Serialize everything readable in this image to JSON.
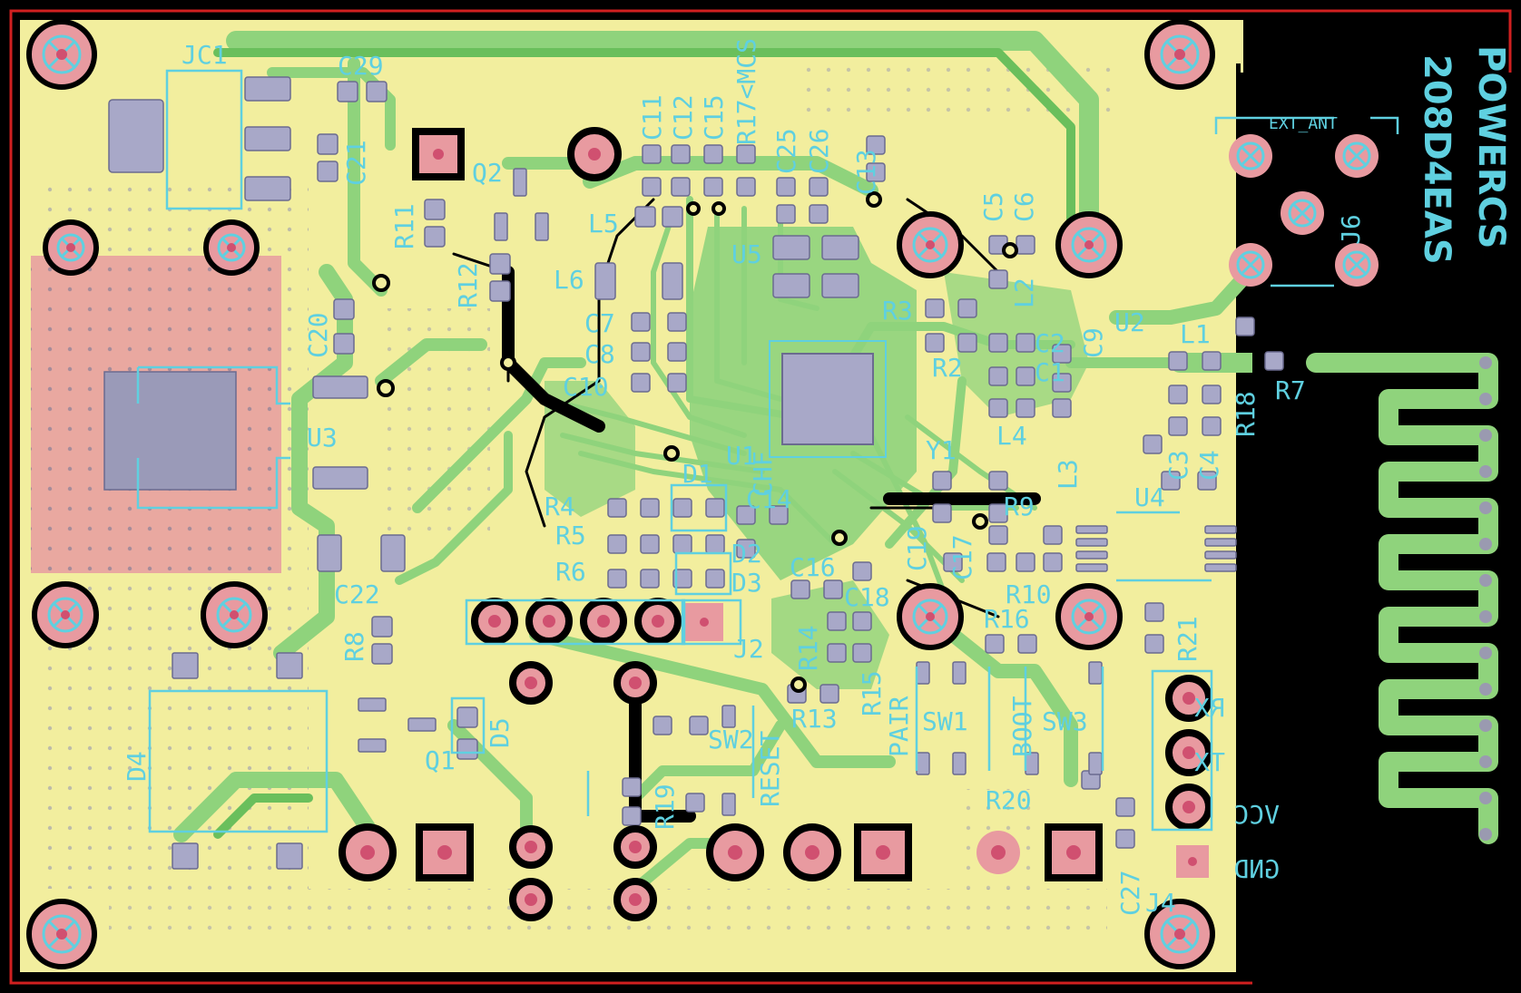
{
  "board": {
    "colors": {
      "background": "#000000",
      "outline": "#d02020",
      "copper_fill": "#f2ee9e",
      "trace": "#8fd37c",
      "trace_edge": "#6abf5c",
      "pad": "#a8a8c8",
      "pad_edge": "#6b6b8f",
      "thru_hole": "#e89aa0",
      "hole": "#d05070",
      "silk": "#5fd0e0",
      "mounting": "#e0a0a8"
    }
  },
  "labels": {
    "JC1": "JC1",
    "C29": "C29",
    "C21": "C21",
    "C20": "C20",
    "U3": "U3",
    "C22": "C22",
    "R8": "R8",
    "D4": "D4",
    "Q1": "Q1",
    "D5": "D5",
    "R11": "R11",
    "R12": "R12",
    "Q2": "Q2",
    "C11": "C11",
    "C12": "C12",
    "C15": "C15",
    "R17": "R17<MCS",
    "C25": "C25",
    "C26": "C26",
    "C13": "C13",
    "L5": "L5",
    "L6": "L6",
    "U5": "U5",
    "C7": "C7",
    "C8": "C8",
    "C10": "C10",
    "R3": "R3",
    "C5": "C5",
    "C6": "C6",
    "L2": "L2",
    "C2": "C2",
    "C9": "C9",
    "U2": "U2",
    "R2": "R2",
    "C1": "C1",
    "L1": "L1",
    "L4": "L4",
    "R18": "R18",
    "R7": "R7",
    "C3": "C3",
    "C4": "C4",
    "L3": "L3",
    "Y1": "Y1",
    "U1": "U1",
    "D1": "D1",
    "R4": "R4",
    "R5": "R5",
    "R6": "R6",
    "D2": "D2",
    "D3": "D3",
    "CHF": "CHF",
    "C14": "C14",
    "C16": "C16",
    "C18": "C18",
    "C19": "C19",
    "C17": "C17",
    "R9": "R9",
    "U4": "U4",
    "R10": "R10",
    "R16": "R16",
    "R14": "R14",
    "R15": "R15",
    "R13": "R13",
    "R21": "R21",
    "J2": "J2",
    "PAIR": "PAIR",
    "SW1": "SW1",
    "BOOT": "BOOT",
    "SW3": "SW3",
    "R20": "R20",
    "RESET": "RESET",
    "SW2": "SW2",
    "R19": "R19",
    "J6": "J6",
    "EXT_ANT": "EXT_ANT",
    "C27": "C27",
    "J4": "J4",
    "RX": "RX",
    "TX": "TX",
    "VCC": "VCC",
    "GND": "GND",
    "brand1": "208D4EAS",
    "brand2": "POWERCS"
  }
}
